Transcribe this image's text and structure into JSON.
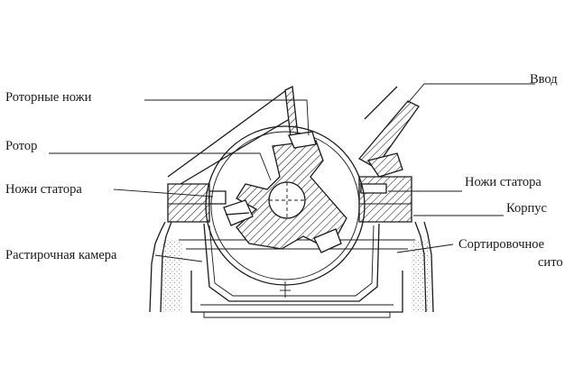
{
  "labels": {
    "rotor_knives": "Роторные ножи",
    "rotor": "Ротор",
    "stator_knives_left": "Ножи статора",
    "grinding_chamber": "Растирочная камера",
    "inlet": "Ввод",
    "stator_knives_right": "Ножи статора",
    "housing": "Корпус",
    "sorting_sieve_line1": "Сортировочное",
    "sorting_sieve_line2": "сито"
  }
}
